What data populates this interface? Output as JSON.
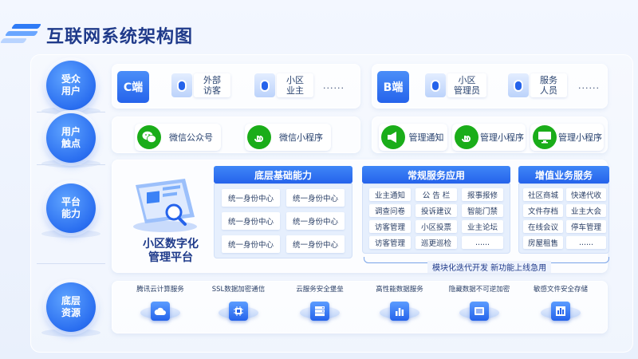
{
  "title": "互联网系统架构图",
  "rows": {
    "audience": "受众\n用户",
    "touchpoints": "用户\n触点",
    "platform": "平台\n能力",
    "infra": "底层\n资源"
  },
  "c_side": {
    "badge": "C端",
    "users": [
      "外部\n访客",
      "小区\n业主"
    ],
    "more": "......"
  },
  "b_side": {
    "badge": "B端",
    "users": [
      "小区\n管理员",
      "服务\n人员"
    ],
    "more": "......"
  },
  "touch_c": [
    {
      "label": "微信公众号",
      "icon": "wechat-icon"
    },
    {
      "label": "微信小程序",
      "icon": "mini-program-icon"
    }
  ],
  "touch_b": [
    {
      "label": "管理通知",
      "icon": "megaphone-icon"
    },
    {
      "label": "管理小程序",
      "icon": "mini-program-icon"
    },
    {
      "label": "管理小程序",
      "icon": "monitor-icon"
    }
  ],
  "platform": {
    "name": "小区数字化\n管理平台",
    "base": {
      "title": "底层基础能力",
      "cells": [
        "统一身份中心",
        "统一身份中心",
        "统一身份中心",
        "统一身份中心",
        "统一身份中心",
        "统一身份中心"
      ]
    },
    "common": {
      "title": "常规服务应用",
      "cells": [
        "业主通知",
        "公 告 栏",
        "报事报修",
        "调查问卷",
        "投诉建议",
        "智能门禁",
        "访客管理",
        "小区投票",
        "业主论坛",
        "访客管理",
        "巡更巡检",
        "......"
      ]
    },
    "value": {
      "title": "增值业务服务",
      "cells": [
        "社区商城",
        "快递代收",
        "文件存档",
        "业主大会",
        "在线会议",
        "停车管理",
        "房屋租售",
        "......"
      ]
    },
    "iteration": "模块化迭代开发  新功能上线急用"
  },
  "infra": [
    {
      "label": "腾讯云计算服务",
      "icon": "cloud-icon"
    },
    {
      "label": "SSL数据加密通信",
      "icon": "chip-icon"
    },
    {
      "label": "云服务安全堡垒",
      "icon": "server-icon"
    },
    {
      "label": "高性能数据服务",
      "icon": "database-icon"
    },
    {
      "label": "隐藏数据不可逆加密",
      "icon": "encrypted-storage-icon"
    },
    {
      "label": "敏感文件安全存储",
      "icon": "file-storage-icon"
    }
  ],
  "colors": {
    "primary": "#2563eb",
    "title": "#1f3a8a",
    "wechat_green": "#1aad19"
  }
}
